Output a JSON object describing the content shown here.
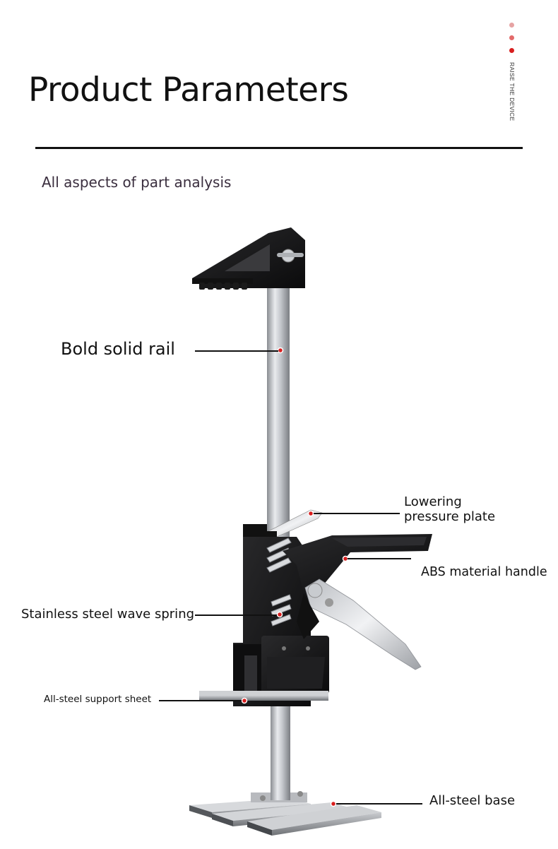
{
  "header": {
    "title": "Product Parameters",
    "subtitle": "All aspects of part analysis",
    "side_label": "RAISE THE DEVICE"
  },
  "dots": {
    "colors": [
      "#e6a3a3",
      "#e36a6a",
      "#d81e1e"
    ]
  },
  "colors": {
    "accent": "#d81e1e",
    "text": "#111111"
  },
  "callouts": {
    "rail": "Bold solid rail",
    "lowering_plate_line1": "Lowering",
    "lowering_plate_line2": "pressure plate",
    "handle": "ABS material handle",
    "spring": "Stainless steel wave spring",
    "support_sheet": "All-steel support sheet",
    "base": "All-steel base"
  }
}
